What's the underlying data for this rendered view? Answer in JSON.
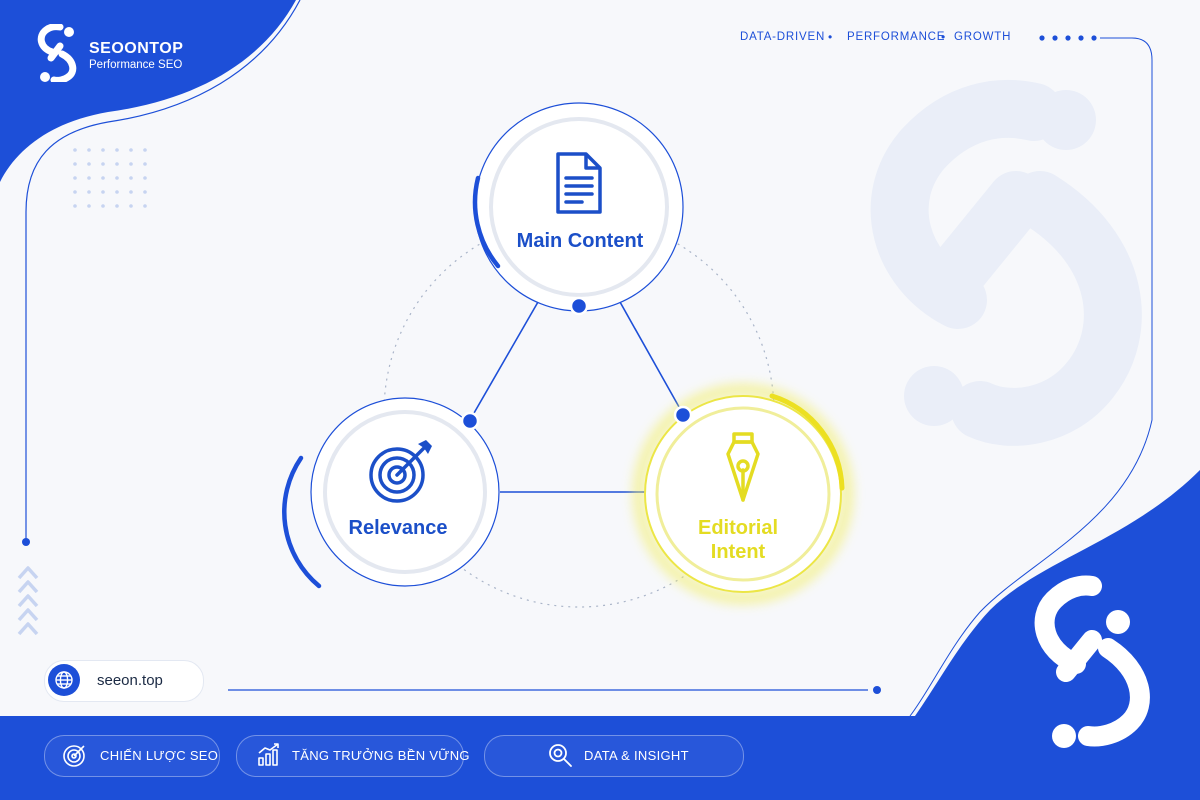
{
  "brand": {
    "name": "SEOONTOP",
    "tagline": "Performance SEO"
  },
  "top_tagline": {
    "items": [
      "DATA-DRIVEN",
      "PERFORMANCE",
      "GROWTH"
    ]
  },
  "diagram": {
    "nodes": [
      {
        "label": "Main Content",
        "icon": "document-icon",
        "highlighted": false
      },
      {
        "label": "Relevance",
        "icon": "target-icon",
        "highlighted": false
      },
      {
        "label_line1": "Editorial",
        "label_line2": "Intent",
        "icon": "pen-nib-icon",
        "highlighted": true
      }
    ]
  },
  "website": {
    "url": "seeon.top",
    "icon": "globe-icon"
  },
  "footer_chips": [
    {
      "label": "CHIẾN LƯỢC SEO",
      "icon": "target-icon"
    },
    {
      "label": "TĂNG TRƯỞNG BỀN VỮNG",
      "icon": "growth-chart-icon"
    },
    {
      "label": "DATA & INSIGHT",
      "icon": "magnifier-icon"
    }
  ],
  "colors": {
    "primary_blue": "#1d4fd8",
    "accent_yellow": "#e4dc22",
    "background": "#f7f8fb"
  }
}
